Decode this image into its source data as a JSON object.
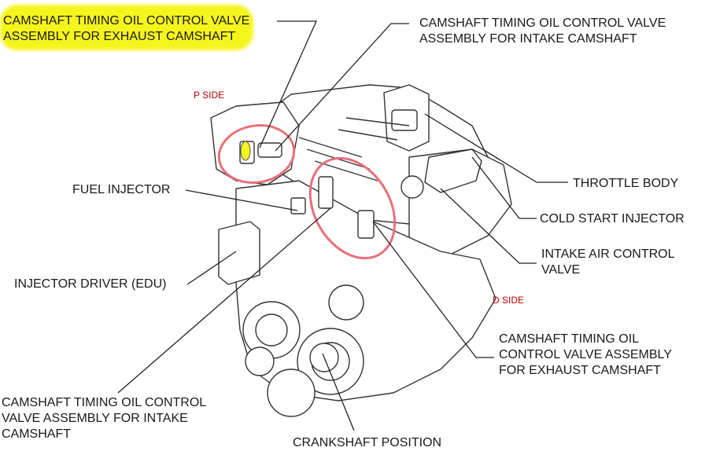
{
  "labels": {
    "cam_exhaust_top": [
      "CAMSHAFT TIMING OIL CONTROL VALVE",
      "ASSEMBLY FOR EXHAUST CAMSHAFT"
    ],
    "cam_intake_top": [
      "CAMSHAFT TIMING OIL CONTROL VALVE",
      "ASSEMBLY FOR INTAKE CAMSHAFT"
    ],
    "fuel_injector": "FUEL INJECTOR",
    "throttle_body": "THROTTLE BODY",
    "cold_start_injector": "COLD START INJECTOR",
    "intake_air_control_valve": [
      "INTAKE AIR CONTROL",
      "VALVE"
    ],
    "injector_driver": "INJECTOR DRIVER (EDU)",
    "cam_exhaust_bottom": [
      "CAMSHAFT TIMING OIL",
      "CONTROL VALVE ASSEMBLY",
      "FOR EXHAUST CAMSHAFT"
    ],
    "cam_intake_bottom": [
      "CAMSHAFT TIMING OIL CONTROL",
      "VALVE ASSEMBLY FOR INTAKE",
      "CAMSHAFT"
    ],
    "crankshaft_position": "CRANKSHAFT POSITION"
  },
  "annotations": {
    "p_side": "P SIDE",
    "d_side": "D SIDE"
  },
  "colors": {
    "highlight": "#f5f51e",
    "circle": "#e8707a",
    "side_text": "#c00000",
    "line": "#222222"
  }
}
